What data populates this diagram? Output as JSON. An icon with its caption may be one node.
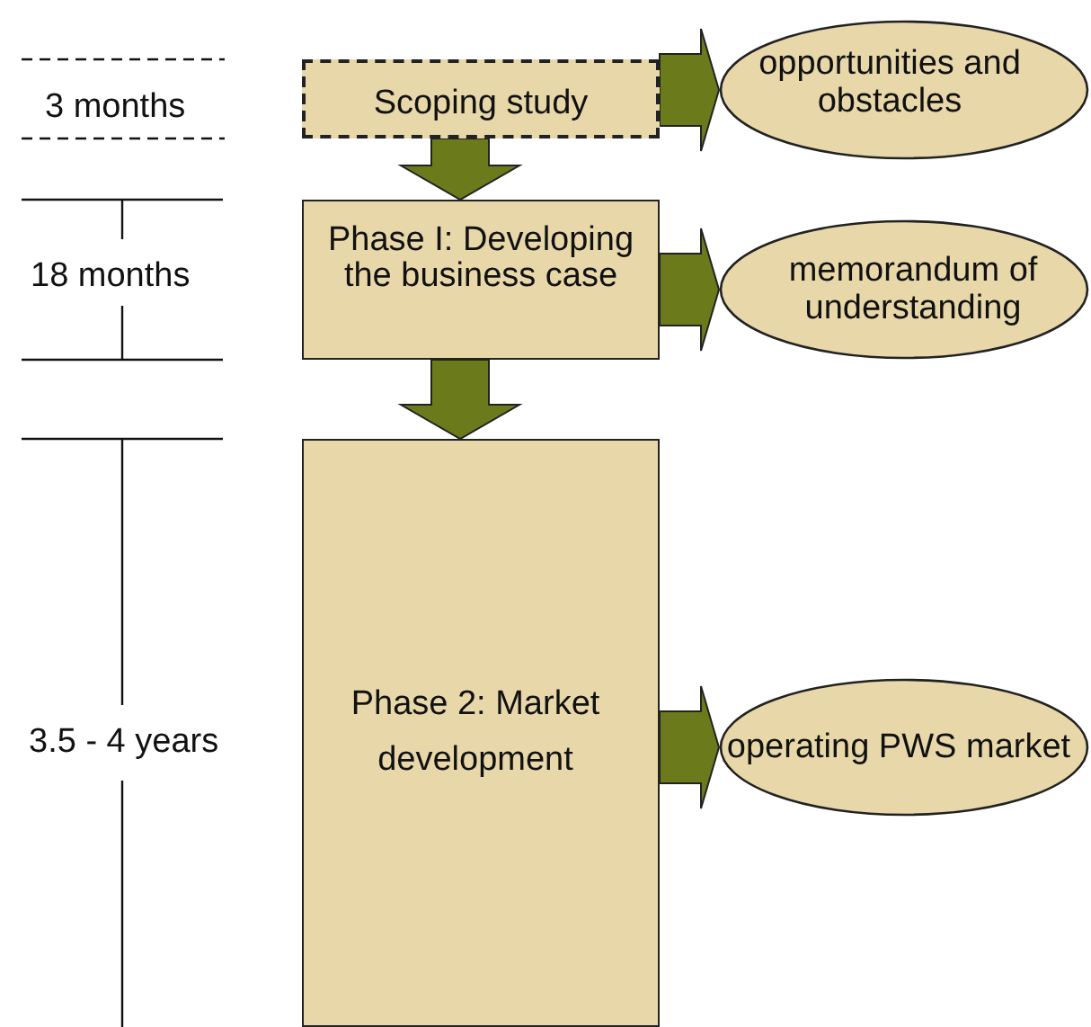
{
  "diagram": {
    "nodes": [
      {
        "text": [
          "Scoping study"
        ]
      },
      {
        "text": [
          "Phase I: Developing the business case"
        ]
      },
      {
        "text": [
          "Phase 2: Market development"
        ]
      },
      {
        "text": [
          "opportunities and obstacles"
        ]
      },
      {
        "text": [
          "memorandum of understanding"
        ]
      },
      {
        "text": [
          "operating PWS market"
        ]
      }
    ],
    "edges": [
      {
        "from": 0,
        "to": 1,
        "arrow": "to"
      },
      {
        "from": 1,
        "to": 2,
        "arrow": "to"
      },
      {
        "from": 0,
        "to": 3,
        "arrow": "to"
      },
      {
        "from": 1,
        "to": 4,
        "arrow": "to"
      },
      {
        "from": 2,
        "to": 5,
        "arrow": "to"
      }
    ],
    "labels": [
      "3 months",
      "18 months",
      "3.5 - 4 years"
    ]
  }
}
